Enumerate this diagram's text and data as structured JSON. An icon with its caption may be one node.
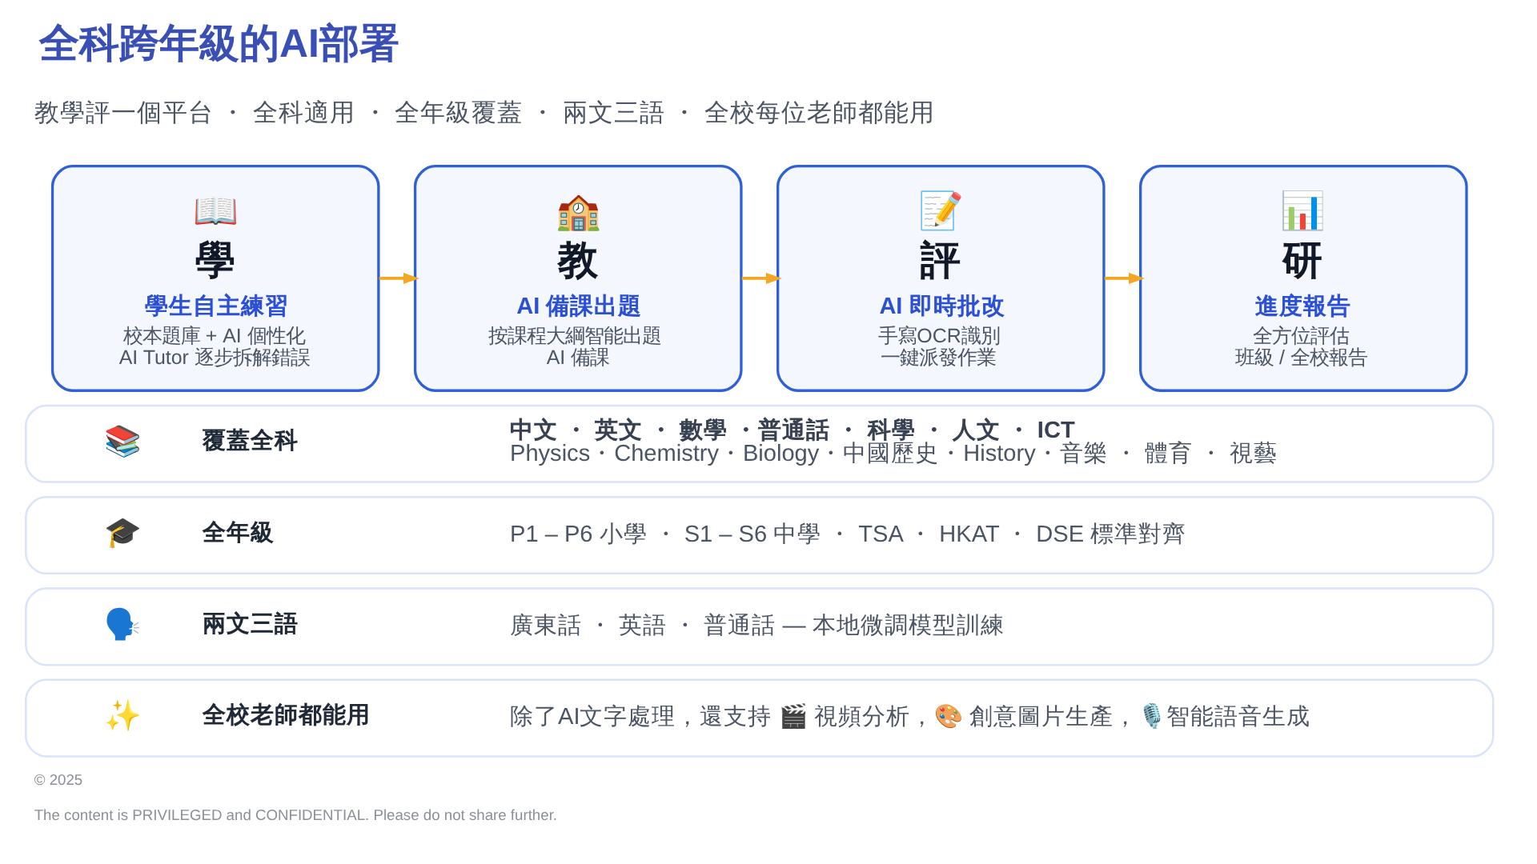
{
  "diagram": {
    "title": "全科跨年級的AI部署",
    "nodes": [
      {
        "text": [
          "📖",
          "學",
          "學生自主練習",
          "校本題庫 + AI 個性化",
          "AI Tutor 逐步拆解錯誤"
        ]
      },
      {
        "text": [
          "🏫",
          "教",
          "AI 備課出題",
          "按課程大綱智能出題",
          "AI 備課"
        ]
      },
      {
        "text": [
          "📝",
          "評",
          "AI 即時批改",
          "手寫OCR識別",
          "一鍵派發作業"
        ]
      },
      {
        "text": [
          "📊",
          "研",
          "進度報告",
          "全方位評估",
          "班級 / 全校報告"
        ]
      },
      {
        "text": [
          "📚",
          "覆蓋全科",
          "中文 ・ 英文 ・ 數學 ・普通話 ・ 科學 ・ 人文 ・ ICT",
          "Physics・Chemistry・Biology・中國歷史・History・音樂 ・ 體育 ・ 視藝"
        ]
      },
      {
        "text": [
          "🎓",
          "全年級",
          "P1 – P6 小學 ・ S1 – S6 中學 ・ TSA ・ HKAT ・ DSE 標準對齊"
        ]
      },
      {
        "text": [
          "🗣️",
          "兩文三語",
          "廣東話 ・ 英語 ・ 普通話 — 本地微調模型訓練"
        ]
      },
      {
        "text": [
          "✨",
          "全校老師都能用",
          "除了AI文字處理，還支持 🎬 視頻分析，🎨 創意圖片生產，🎙️智能語音生成"
        ]
      }
    ],
    "edges": [
      {
        "from": 0,
        "to": 1,
        "arrow": "to"
      },
      {
        "from": 1,
        "to": 2,
        "arrow": "to"
      },
      {
        "from": 2,
        "to": 3,
        "arrow": "to"
      }
    ],
    "labels": [
      "教學評一個平台 ・ 全科適用 ・ 全年級覆蓋 ・ 兩文三語 ・ 全校每位老師都能用",
      "© 2025",
      "The content is PRIVILEGED and CONFIDENTIAL. Please do not share further."
    ]
  }
}
